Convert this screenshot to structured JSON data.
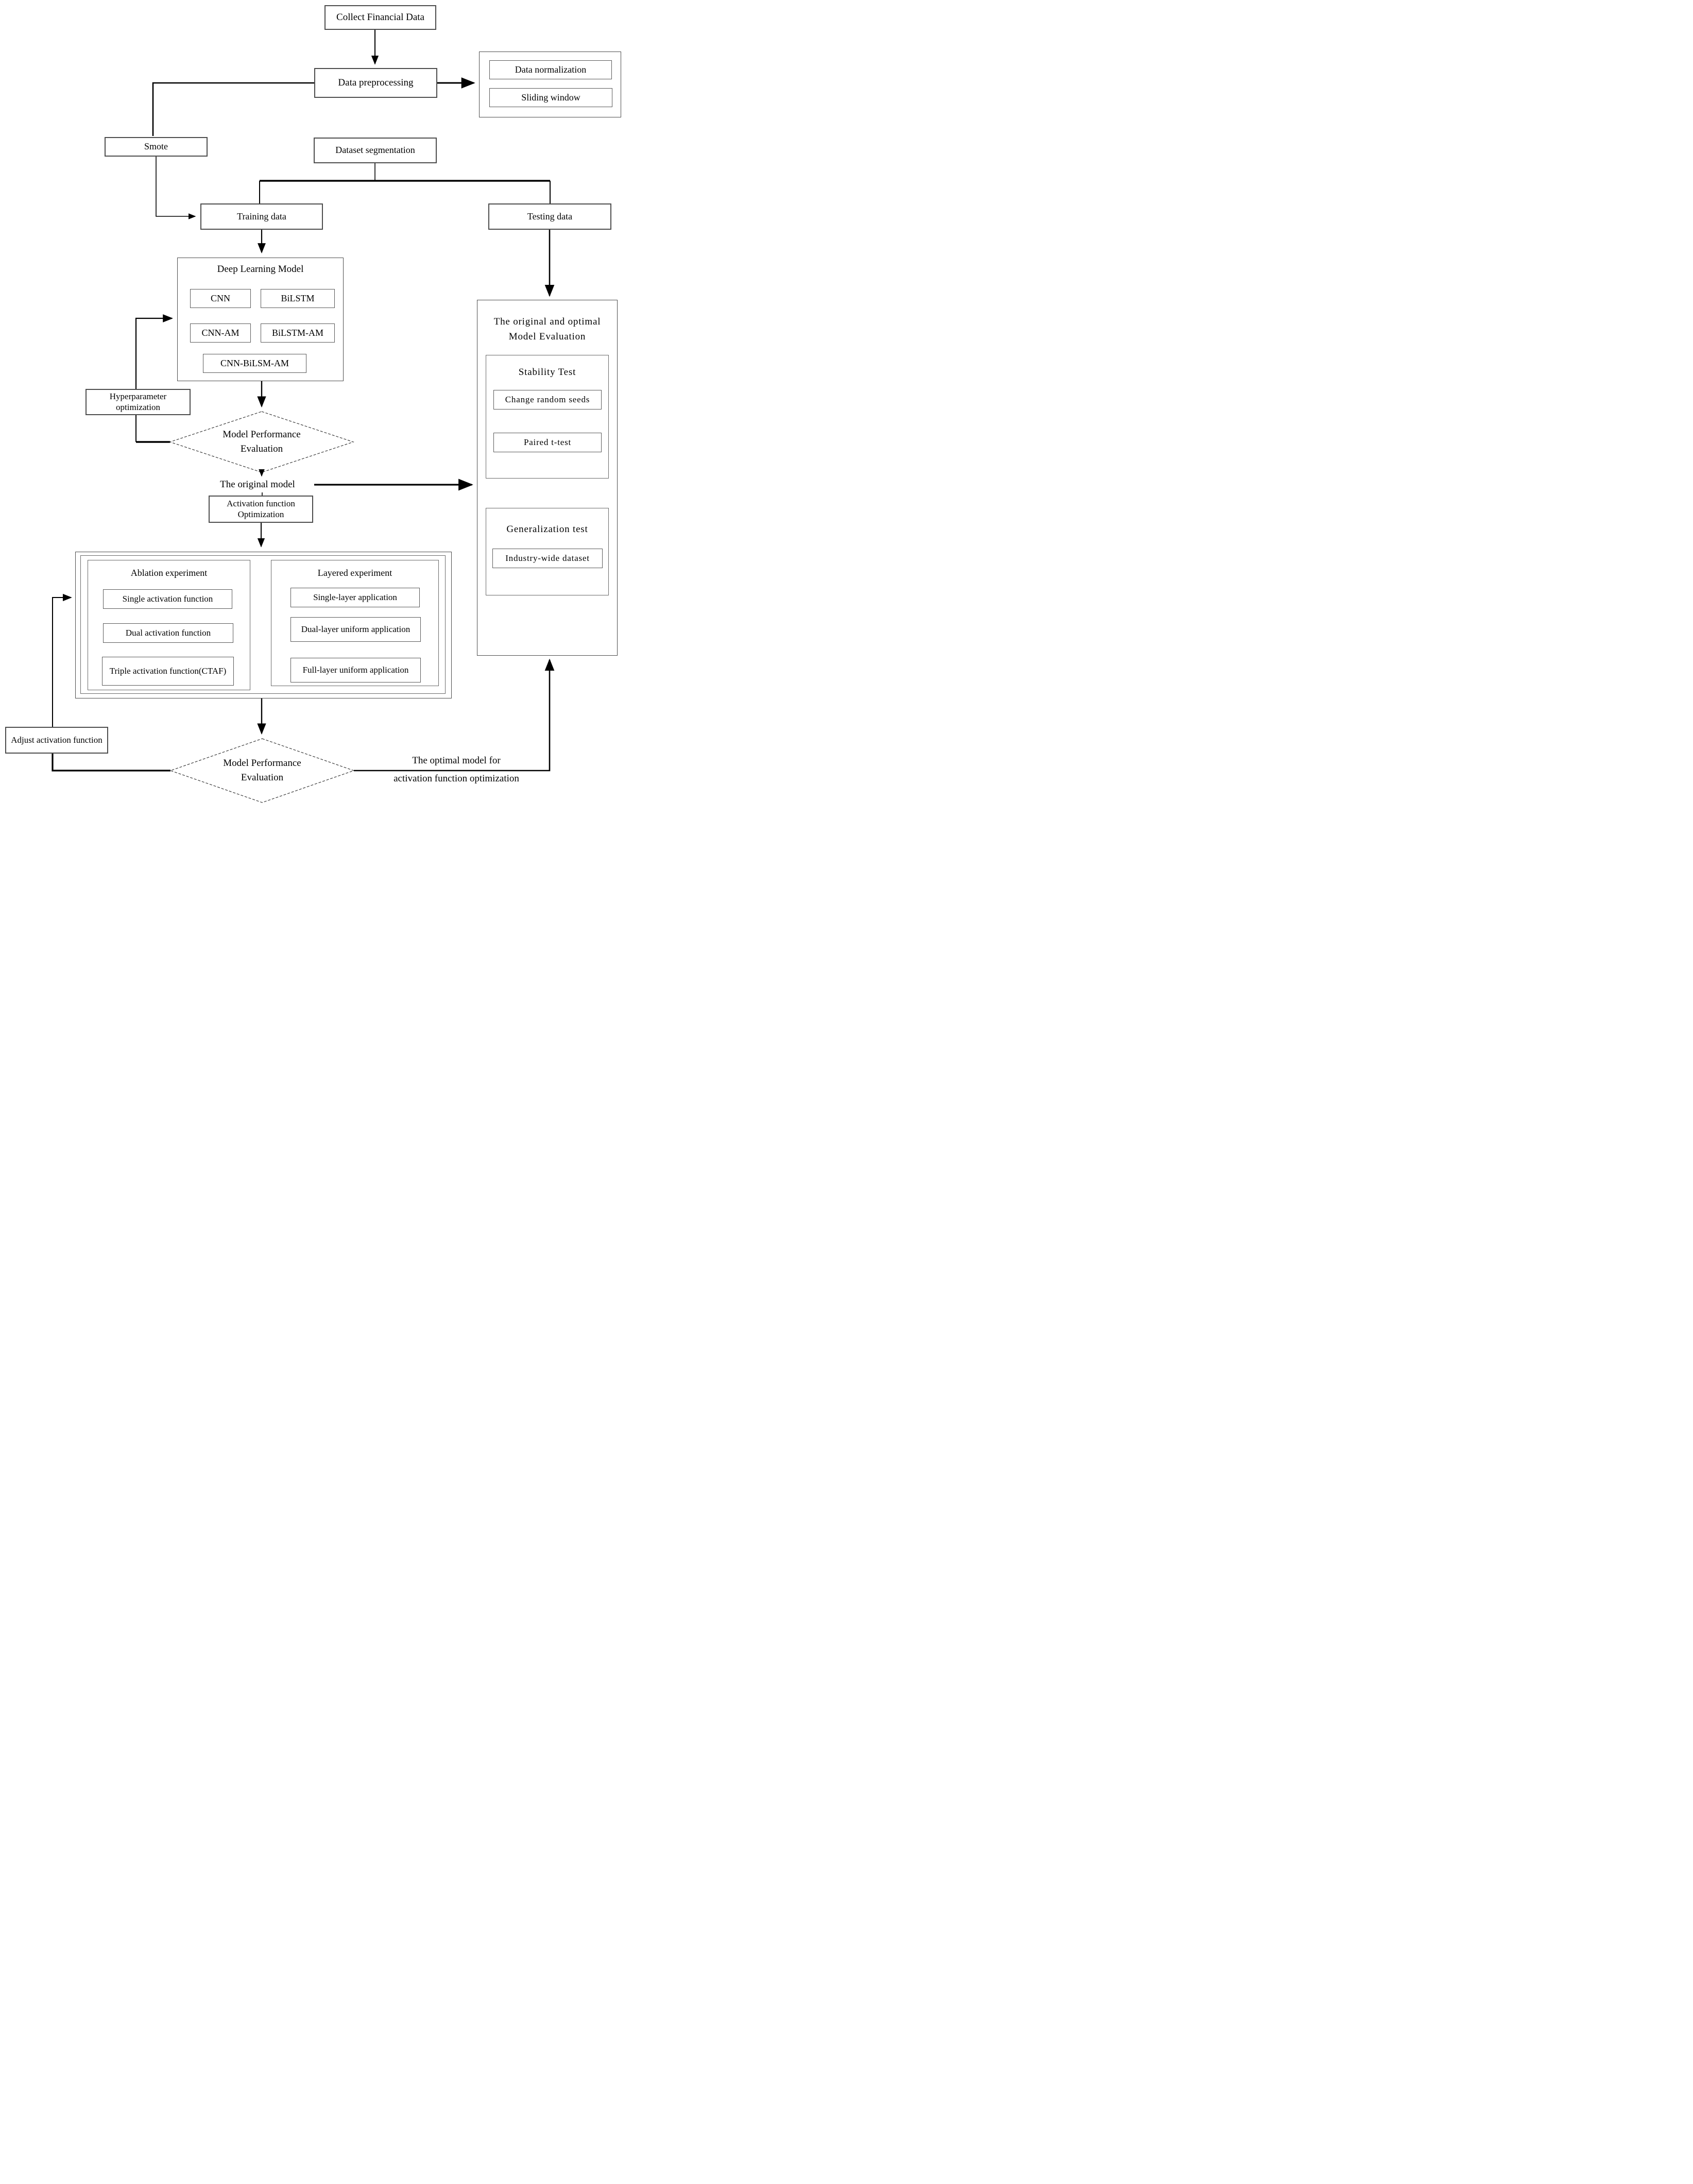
{
  "diagram": {
    "collect_financial_data": "Collect Financial Data",
    "data_preprocessing": "Data preprocessing",
    "preprocessing_steps": {
      "data_normalization": "Data normalization",
      "sliding_window": "Sliding window"
    },
    "smote": "Smote",
    "dataset_segmentation": "Dataset segmentation",
    "training_data": "Training data",
    "testing_data": "Testing data",
    "deep_learning_model": {
      "title": "Deep Learning Model",
      "models": [
        "CNN",
        "BiLSTM",
        "CNN-AM",
        "BiLSTM-AM",
        "CNN-BiLSM-AM"
      ]
    },
    "hyperparameter_optimization": "Hyperparameter optimization",
    "model_performance_evaluation_1": "Model Performance Evaluation",
    "the_original_model": "The original model",
    "activation_function_optimization": "Activation function Optimization",
    "experiments": {
      "ablation": {
        "title": "Ablation experiment",
        "items": [
          "Single activation function",
          "Dual activation function",
          "Triple activation function(CTAF)"
        ]
      },
      "layered": {
        "title": "Layered experiment",
        "items": [
          "Single-layer application",
          "Dual-layer uniform application",
          "Full-layer uniform application"
        ]
      }
    },
    "adjust_activation_function": "Adjust activation function",
    "model_performance_evaluation_2": "Model Performance Evaluation",
    "optimal_model_caption": {
      "line1": "The optimal model for",
      "line2": "activation function optimization"
    },
    "evaluation_panel": {
      "title": "The original and optimal Model Evaluation",
      "stability": {
        "title": "Stability Test",
        "items": [
          "Change random seeds",
          "Paired t-test"
        ]
      },
      "generalization": {
        "title": "Generalization test",
        "items": [
          "Industry-wide dataset"
        ]
      }
    }
  }
}
